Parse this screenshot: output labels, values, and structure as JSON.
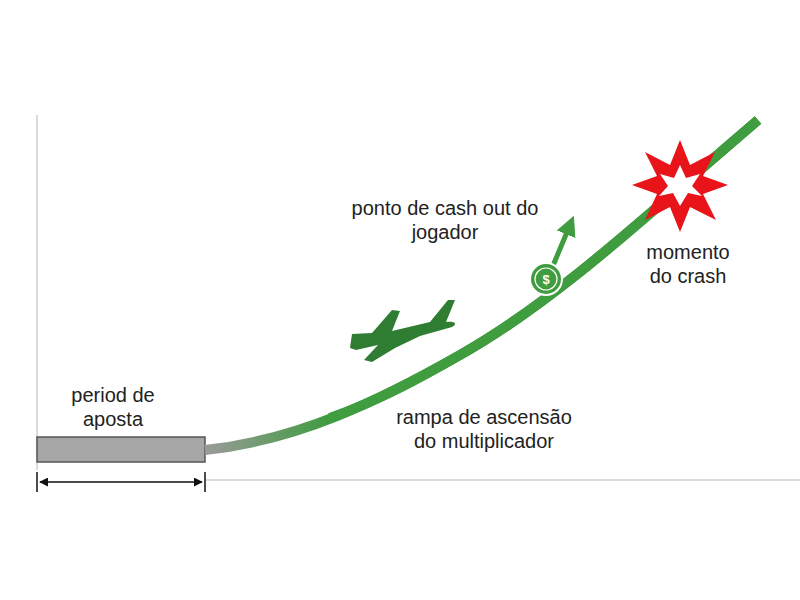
{
  "diagram": {
    "labels": [
      "period de aposta",
      "ponto de cash out do jogador",
      "$",
      "momento do crash",
      "rampa de ascensão do multiplicador"
    ]
  }
}
